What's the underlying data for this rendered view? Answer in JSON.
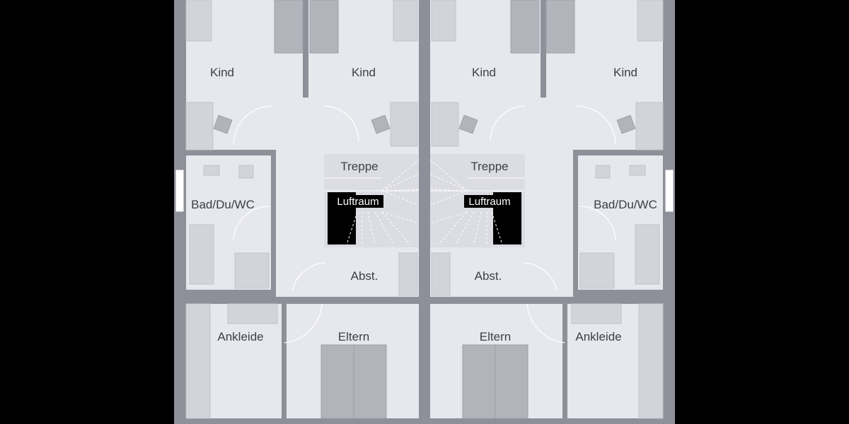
{
  "plan": {
    "left_unit": {
      "rooms": {
        "kind_1": "Kind",
        "kind_2": "Kind",
        "bath": "Bad/Du/WC",
        "stairs": "Treppe",
        "void": "Luftraum",
        "storage": "Abst.",
        "dressing": "Ankleide",
        "parents": "Eltern"
      }
    },
    "right_unit": {
      "rooms": {
        "kind_1": "Kind",
        "kind_2": "Kind",
        "bath": "Bad/Du/WC",
        "stairs": "Treppe",
        "void": "Luftraum",
        "storage": "Abst.",
        "dressing": "Ankleide",
        "parents": "Eltern"
      }
    },
    "colors": {
      "background": "#000000",
      "floor": "#e7e8ed",
      "wall": "#8e9099",
      "furniture": "#d3d4da",
      "void": "#000000"
    }
  }
}
